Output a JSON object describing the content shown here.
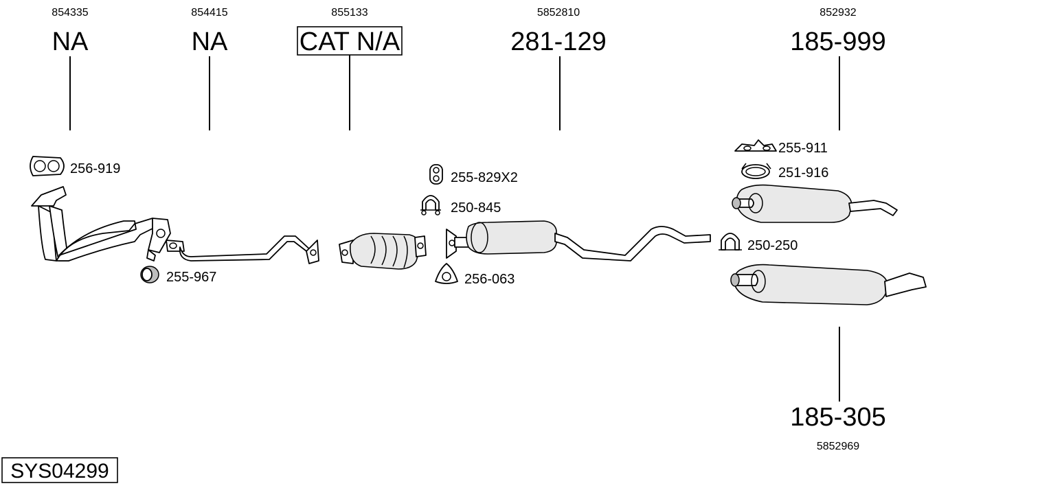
{
  "system_code": "SYS04299",
  "main_parts": [
    {
      "oem": "854335",
      "code": "NA"
    },
    {
      "oem": "854415",
      "code": "NA"
    },
    {
      "oem": "855133",
      "code": "CAT N/A"
    },
    {
      "oem": "5852810",
      "code": "281-129"
    },
    {
      "oem": "852932",
      "code": "185-999"
    },
    {
      "oem": "5852969",
      "code": "185-305"
    }
  ],
  "fittings": [
    {
      "code": "256-919",
      "icon": "flange-gasket-icon"
    },
    {
      "code": "255-967",
      "icon": "rubber-mount-icon"
    },
    {
      "code": "255-829X2",
      "icon": "rubber-ring-icon"
    },
    {
      "code": "250-845",
      "icon": "u-clamp-icon"
    },
    {
      "code": "256-063",
      "icon": "triangle-gasket-icon"
    },
    {
      "code": "255-911",
      "icon": "hanger-bracket-icon"
    },
    {
      "code": "251-916",
      "icon": "ring-clamp-icon"
    },
    {
      "code": "250-250",
      "icon": "pipe-clamp-icon"
    }
  ]
}
